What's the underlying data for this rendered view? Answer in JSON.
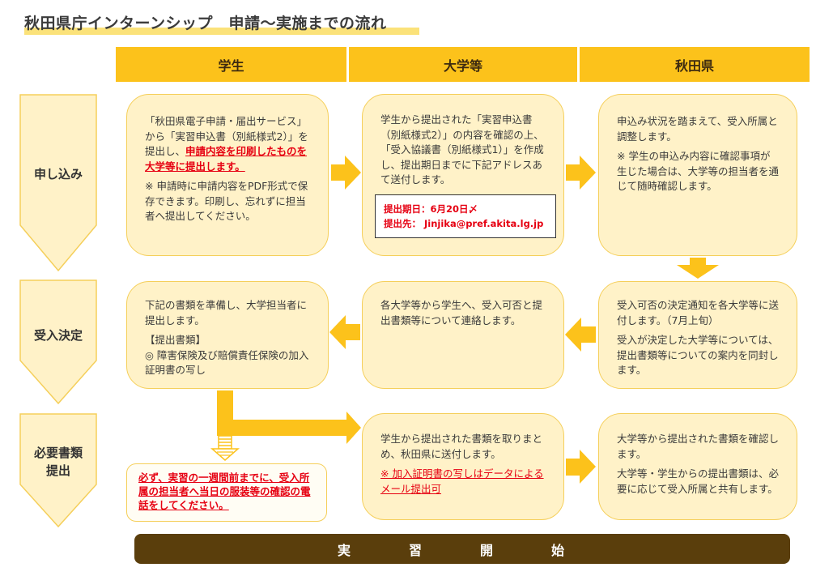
{
  "title": "秋田県庁インターンシップ　申請〜実施までの流れ",
  "columns": [
    "学生",
    "大学等",
    "秋田県"
  ],
  "rows": [
    {
      "label_lines": [
        "申し込み"
      ]
    },
    {
      "label_lines": [
        "受入決定"
      ]
    },
    {
      "label_lines": [
        "必要書類",
        "提出"
      ]
    }
  ],
  "boxes": {
    "r1_student": {
      "l1": "「秋田県電子申請・届出サービス」から「実習申込書（別紙様式2）」を提出し、",
      "l1_red": "申請内容を印刷したものを大学等に提出します。",
      "note": "※ 申請時に申請内容をPDF形式で保存できます。印刷し、忘れずに担当者へ提出してください。"
    },
    "r1_univ": {
      "text": "学生から提出された「実習申込書（別紙様式2）」の内容を確認の上、「受入協議書（別紙様式1）」を作成し、提出期日までに下記アドレスあて送付します。",
      "deadline": "提出期日：6月20日〆",
      "dest": "提出先： Jinjika@pref.akita.lg.jp"
    },
    "r1_akita": {
      "text": "申込み状況を踏まえて、受入所属と調整します。",
      "note": "※ 学生の申込み内容に確認事項が生じた場合は、大学等の担当者を通じて随時確認します。"
    },
    "r2_student": {
      "text": "下記の書類を準備し、大学担当者に提出します。",
      "docs_head": "【提出書類】",
      "docs": "◎ 障害保険及び賠償責任保険の加入証明書の写し"
    },
    "r2_univ": {
      "text": "各大学等から学生へ、受入可否と提出書類等について連絡します。"
    },
    "r2_akita": {
      "text": "受入可否の決定通知を各大学等に送付します。（7月上旬）",
      "note": "受入が決定した大学等については、提出書類等についての案内を同封します。"
    },
    "r3_warn": {
      "text": "必ず、実習の一週間前までに、受入所属の担当者へ当日の服装等の確認の電話をしてください。"
    },
    "r3_univ": {
      "text": "学生から提出された書類を取りまとめ、秋田県に送付します。",
      "note": "※ 加入証明書の写しはデータによるメール提出可"
    },
    "r3_akita": {
      "text": "大学等から提出された書類を確認します。",
      "note": "大学等・学生からの提出書類は、必要に応じて受入所属と共有します。"
    }
  },
  "start_label": "実　習　開　始",
  "colors": {
    "header": "#fcc21b",
    "box_fill": "#fff2c8",
    "box_border": "#f5cf5a",
    "arrow": "#fcc21b",
    "red": "#e60012",
    "start_bar": "#5a3e0c"
  }
}
